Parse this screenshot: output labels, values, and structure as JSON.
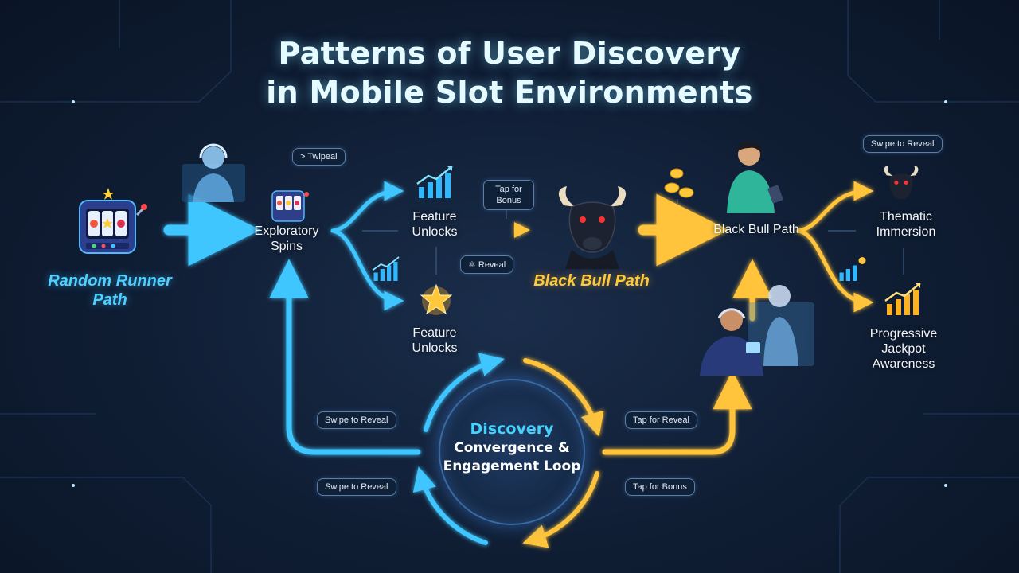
{
  "title": {
    "line1": "Patterns of User Discovery",
    "line2": "in Mobile Slot Environments"
  },
  "paths": {
    "random_runner": "Random Runner Path",
    "black_bull": "Black Bull Path"
  },
  "nodes": {
    "exploratory_spins": "Exploratory Spins",
    "feature_unlocks_top": "Feature Unlocks",
    "feature_unlocks_bottom": "Feature Unlocks",
    "black_bull_path": "Black Bull Path",
    "thematic_immersion": "Thematic Immersion",
    "progressive_jackpot": "Progressive Jackpot Awareness"
  },
  "hub": {
    "line1": "Discovery",
    "line2": "Convergence & Engagement Loop"
  },
  "pills": {
    "twipeal": "> Twipeal",
    "tap_for_bonus_top": "Tap for Bonus",
    "reveal": "Reveal",
    "swipe_to_reveal_top_right": "Swipe to Reveal",
    "swipe_to_reveal_left_1": "Swipe to Reveal",
    "swipe_to_reveal_left_2": "Swipe to Reveal",
    "tap_for_reveal_right": "Tap for Reveal",
    "tap_for_bonus_right": "Tap for Bonus"
  },
  "colors": {
    "blue_flow": "#3fc6ff",
    "gold_flow": "#ffc43a",
    "hub_border": "#3a6aa3"
  }
}
